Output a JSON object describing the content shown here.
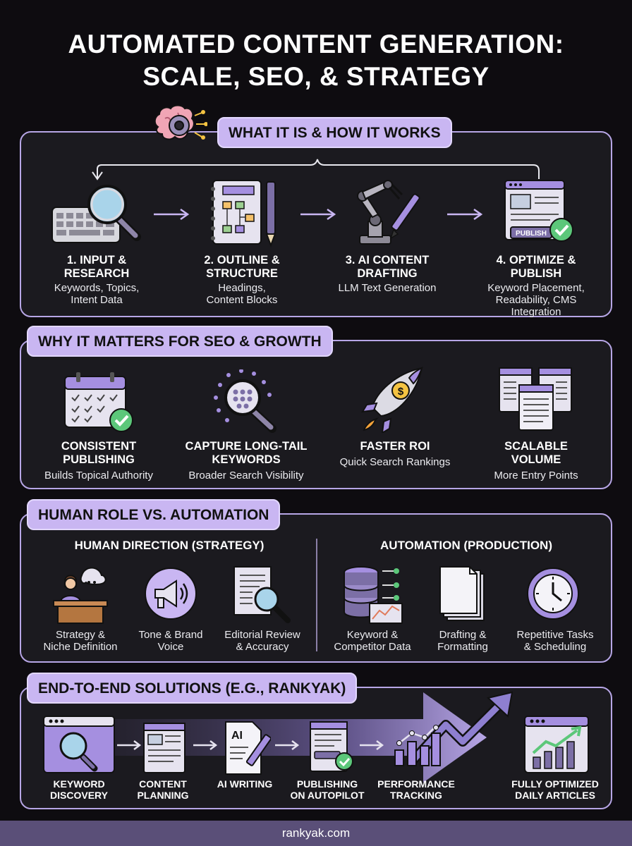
{
  "title": {
    "line1": "AUTOMATED CONTENT GENERATION:",
    "line2": "SCALE, SEO, & STRATEGY"
  },
  "section1": {
    "heading": "WHAT IT IS & HOW IT WORKS",
    "steps": [
      {
        "title1": "1. INPUT &",
        "title2": "RESEARCH",
        "sub1": "Keywords, Topics,",
        "sub2": "Intent Data",
        "sub3": ""
      },
      {
        "title1": "2. OUTLINE &",
        "title2": "STRUCTURE",
        "sub1": "Headings,",
        "sub2": "Content Blocks",
        "sub3": ""
      },
      {
        "title1": "3. AI CONTENT",
        "title2": "DRAFTING",
        "sub1": "LLM Text Generation",
        "sub2": "",
        "sub3": ""
      },
      {
        "title1": "4. OPTIMIZE &",
        "title2": "PUBLISH",
        "sub1": "Keyword Placement,",
        "sub2": "Readability, CMS",
        "sub3": "Integration"
      }
    ],
    "publish_badge": "PUBLISH"
  },
  "section2": {
    "heading": "WHY IT MATTERS FOR SEO & GROWTH",
    "items": [
      {
        "title1": "CONSISTENT",
        "title2": "PUBLISHING",
        "sub": "Builds Topical Authority"
      },
      {
        "title1": "CAPTURE LONG-TAIL",
        "title2": "KEYWORDS",
        "sub": "Broader Search Visibility"
      },
      {
        "title1": "FASTER ROI",
        "title2": "",
        "sub": "Quick Search Rankings"
      },
      {
        "title1": "SCALABLE",
        "title2": "VOLUME",
        "sub": "More Entry Points"
      }
    ]
  },
  "section3": {
    "heading": "HUMAN ROLE VS. AUTOMATION",
    "left_title": "HUMAN DIRECTION (STRATEGY)",
    "right_title": "AUTOMATION (PRODUCTION)",
    "items": [
      {
        "l1": "Strategy &",
        "l2": "Niche Definition"
      },
      {
        "l1": "Tone & Brand",
        "l2": "Voice"
      },
      {
        "l1": "Editorial Review",
        "l2": "& Accuracy"
      },
      {
        "l1": "Keyword &",
        "l2": "Competitor Data"
      },
      {
        "l1": "Drafting &",
        "l2": "Formatting"
      },
      {
        "l1": "Repetitive Tasks",
        "l2": "& Scheduling"
      }
    ]
  },
  "section4": {
    "heading": "END-TO-END SOLUTIONS (E.G., RANKYAK)",
    "ai_label": "AI",
    "flow": [
      {
        "l1": "KEYWORD",
        "l2": "DISCOVERY"
      },
      {
        "l1": "CONTENT",
        "l2": "PLANNING"
      },
      {
        "l1": "AI WRITING",
        "l2": ""
      },
      {
        "l1": "PUBLISHING",
        "l2": "ON AUTOPILOT"
      },
      {
        "l1": "PERFORMANCE",
        "l2": "TRACKING"
      },
      {
        "l1": "FULLY OPTIMIZED",
        "l2": "DAILY ARTICLES"
      }
    ]
  },
  "footer": "rankyak.com",
  "colors": {
    "accent": "#c9b6f2",
    "border": "#b7a6e6",
    "background": "#0e0c10",
    "panel": "#1b1a1f",
    "check": "#5cc77a",
    "footer": "#5a4f78"
  }
}
